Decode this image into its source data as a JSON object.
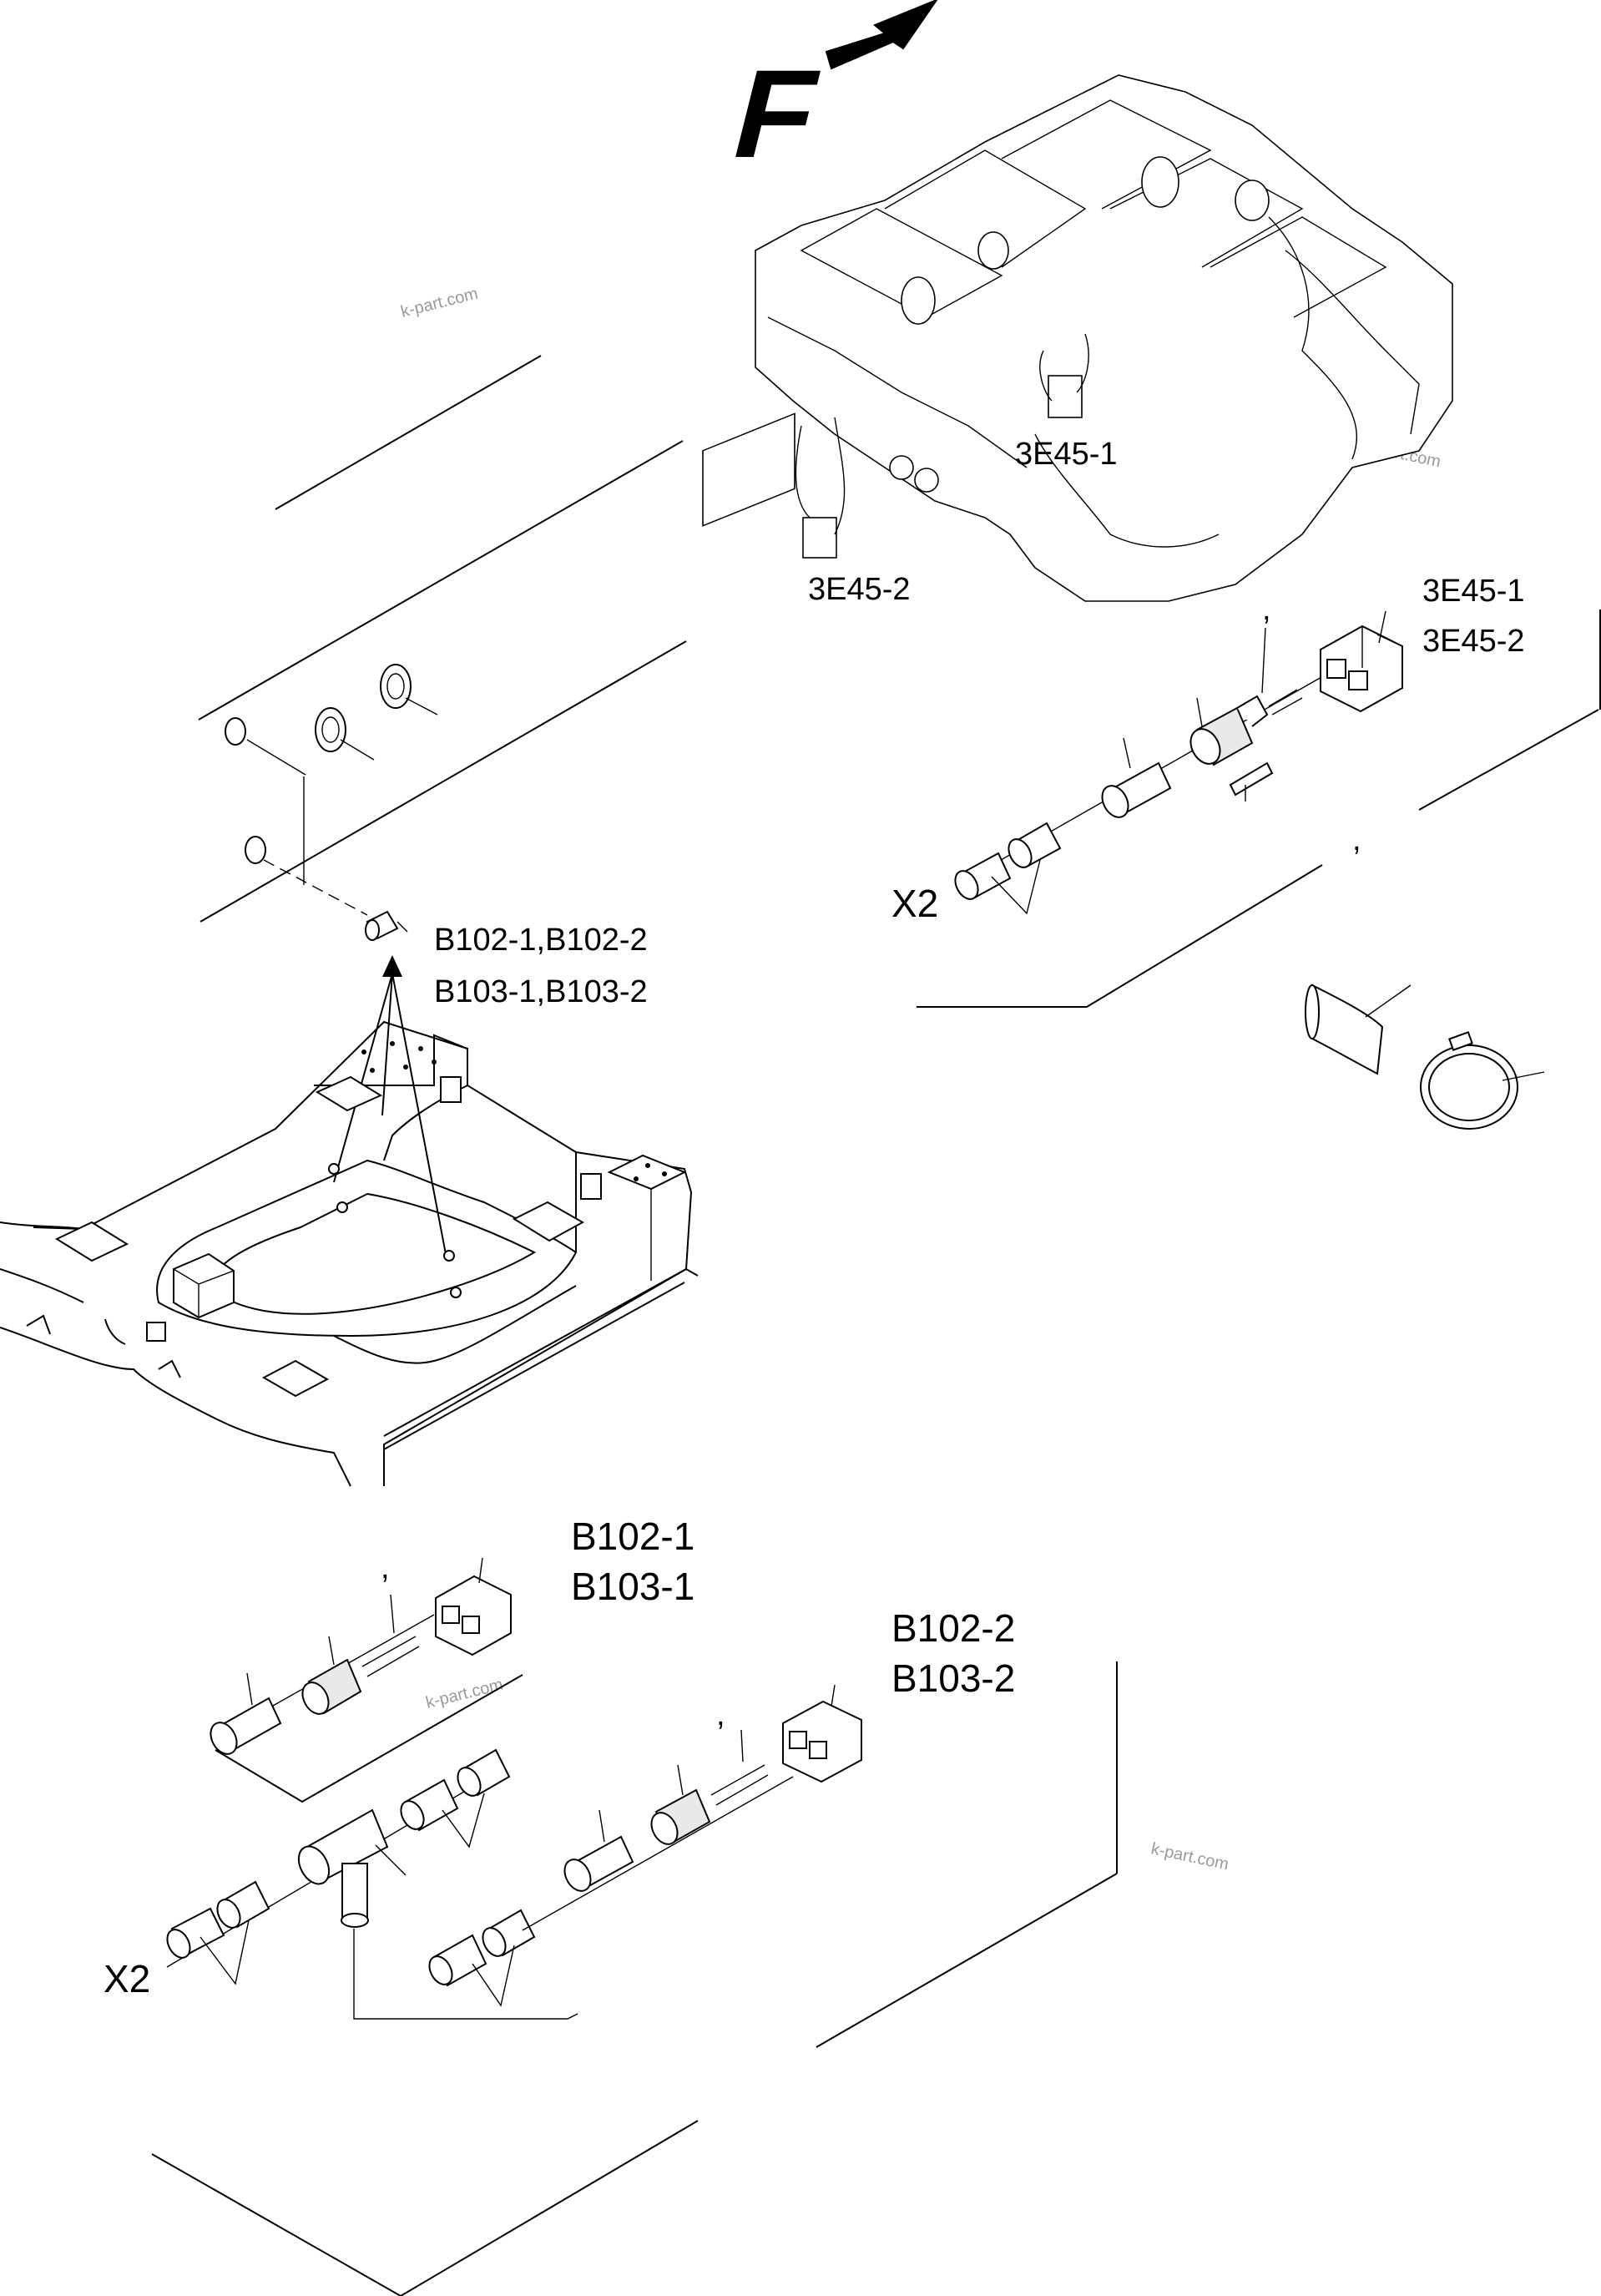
{
  "direction_label": "F",
  "labels": {
    "engine_sensor_left": "3E45-2",
    "engine_sensor_right": "3E45-1",
    "connector_top_1": "3E45-1",
    "connector_top_2": "3E45-2",
    "quantity_top": "X2",
    "frame_sensor_1": "B102-1,B102-2",
    "frame_sensor_2": "B103-1,B103-2",
    "group1_line1": "B102-1",
    "group1_line2": "B103-1",
    "group2_line1": "B102-2",
    "group2_line2": "B103-2",
    "quantity_bottom": "X2",
    "comma_mark": ","
  },
  "watermark": "k-part.com"
}
